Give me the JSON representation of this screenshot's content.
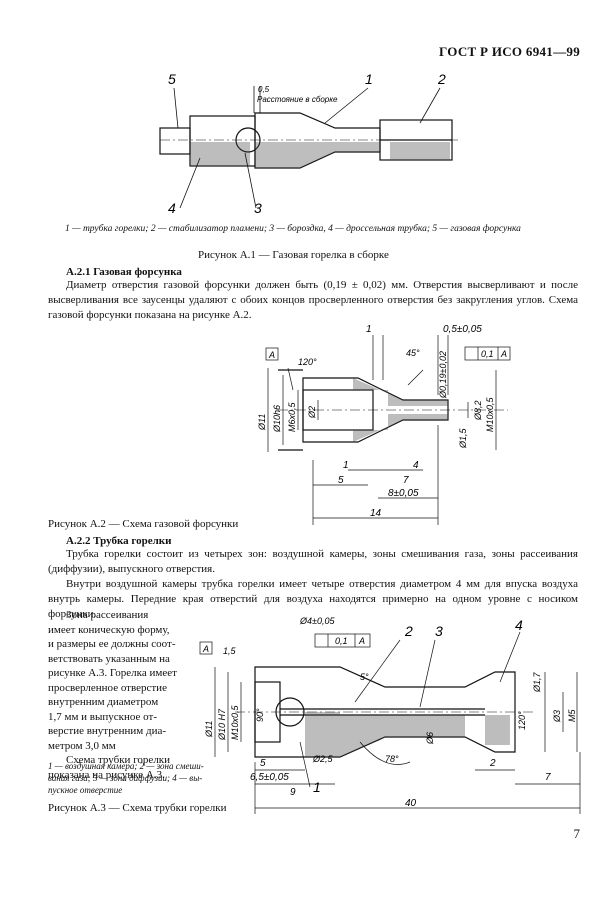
{
  "header": {
    "standard": "ГОСТ Р ИСО 6941—99"
  },
  "fig1": {
    "callouts": [
      "5",
      "1",
      "2",
      "4",
      "3"
    ],
    "dim_top": "0,5",
    "dim_note": "Расстояние в сборке",
    "legend": "1 — трубка горелки; 2 — стабилизатор пламени; 3 — бороздка, 4 — дроссельная трубка; 5 — газовая форсунка",
    "title": "Рисунок А.1 — Газовая горелка в сборке"
  },
  "sec1": {
    "heading": "А.2.1 Газовая форсунка",
    "text": "Диаметр отверстия газовой форсунки должен быть (0,19 ± 0,02) мм. Отверстия высверливают и после высверливания все заусенцы удаляют с обоих концов просверленного отверстия без закругления углов. Схема газовой форсунки показана на рисунке А.2."
  },
  "fig2": {
    "datum": "A",
    "dims": {
      "d1": "1",
      "d05": "0,5±0,05",
      "ang45": "45°",
      "ang120": "120°",
      "d019": "Ø0,19±0,02",
      "tol": "0,1",
      "tolref": "A",
      "d11": "Ø11",
      "d10h6": "Ø10h6",
      "m6": "M6x0,5",
      "d2": "Ø2",
      "d15": "Ø1,5",
      "d82": "Ø8,2",
      "m10": "M10x0,5",
      "l1": "1",
      "l4": "4",
      "l5": "5",
      "l7": "7",
      "l8": "8±0,05",
      "l14": "14"
    },
    "title": "Рисунок А.2 — Схема газовой форсунки"
  },
  "sec2": {
    "heading": "А.2.2 Трубка горелки",
    "p1": "Трубка горелки состоит из четырех зон: воздушной камеры, зоны смешивания газа, зоны рассеивания (диффузии), выпускного отверстия.",
    "p2": "Внутри воздушной камеры трубка горелки имеет четыре отверстия диаметром 4 мм для впуска воздуха внутрь камеры. Передние края отверстий для воздуха находятся примерно на одном уровне с носиком форсунки.",
    "p3_lines": [
      "Зона рассеивания",
      "имеет коническую форму,",
      "и размеры ее должны соот-",
      "ветствовать указанным на",
      "рисунке А.3. Горелка имеет",
      "просверленное отверстие",
      "внутренним диаметром",
      "1,7 мм и выпускное от-",
      "верстие внутренним диа-",
      "метром 3,0 мм"
    ],
    "p4_lines": [
      "Схема трубки горелки",
      "показана на рисунке А.3."
    ]
  },
  "fig3": {
    "callouts": [
      "2",
      "3",
      "4",
      "1"
    ],
    "dims": {
      "d4": "Ø4±0,05",
      "tol": "0,1",
      "tolref": "A",
      "datum": "A",
      "l15": "1,5",
      "d11": "Ø11",
      "d10h7": "Ø10 H7",
      "m10": "M10x0,5",
      "a90": "90°",
      "a5": "5°",
      "d6": "Ø6",
      "d25": "Ø2,5",
      "a78": "78°",
      "d17": "Ø1,7",
      "d3": "Ø3",
      "a120": "120°",
      "m5": "M5",
      "l5": "5",
      "l65": "6,5±0,05",
      "l9": "9",
      "l2": "2",
      "l7": "7",
      "l40": "40"
    },
    "legend_lines": [
      "1 — воздушная камера; 2 — зона смеши-",
      "вания газа; 3 — зона диффузии; 4 — вы-",
      "пускное отверстие"
    ],
    "title": "Рисунок А.3 — Схема трубки горелки"
  },
  "page_number": "7"
}
